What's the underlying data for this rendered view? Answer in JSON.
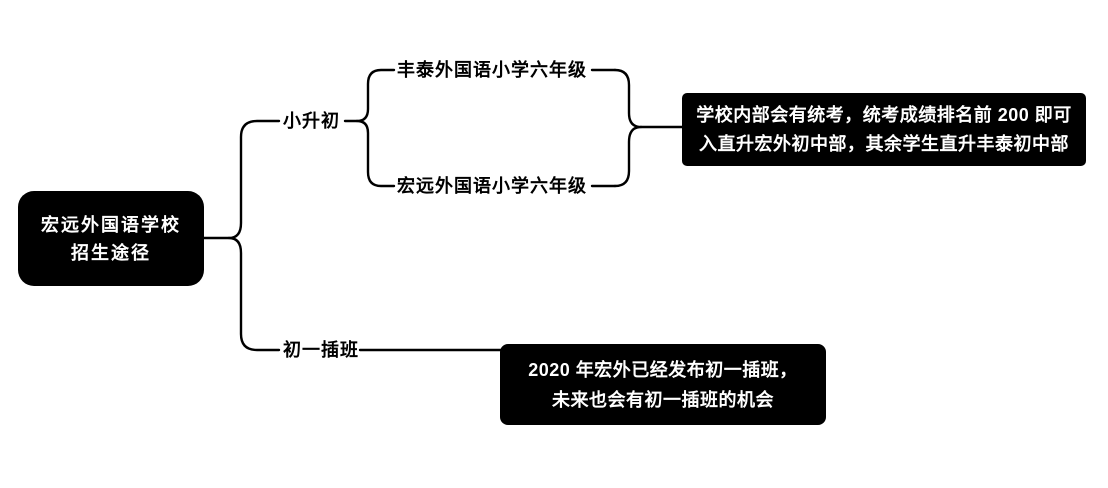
{
  "diagram": {
    "root": {
      "title_line1": "宏远外国语学校",
      "title_line2": "招生途径"
    },
    "branch_top_label": "小升初",
    "branch_bottom_label": "初一插班",
    "school_top_label": "丰泰外国语小学六年级",
    "school_bottom_label": "宏远外国语小学六年级",
    "exam_note": {
      "line1": "学校内部会有统考，统考成绩排名前 200 即可",
      "line2": "入直升宏外初中部，其余学生直升丰泰初中部"
    },
    "transfer_note": {
      "line1": "2020 年宏外已经发布初一插班，",
      "line2": "未来也会有初一插班的机会"
    },
    "colors": {
      "node_background": "#000000",
      "node_text": "#ffffff",
      "connector": "#000000",
      "canvas": "#ffffff"
    }
  }
}
